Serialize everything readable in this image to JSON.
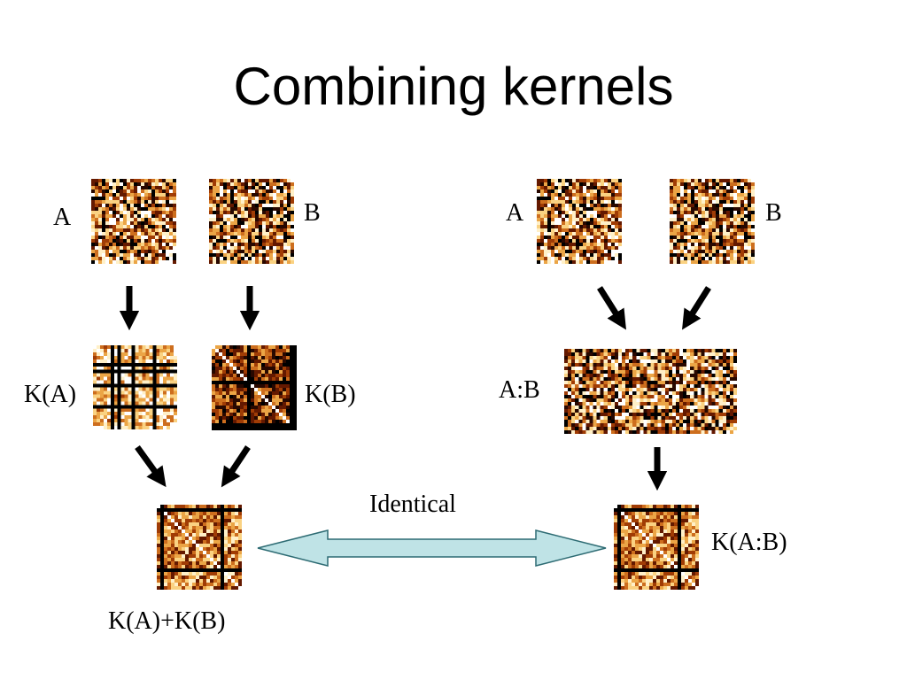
{
  "slide": {
    "title": "Combining kernels",
    "labels": {
      "left_a": "A",
      "left_b": "B",
      "ka": "K(A)",
      "kb": "K(B)",
      "sum": "K(A)+K(B)",
      "right_a": "A",
      "right_b": "B",
      "concat": "A:B",
      "kab": "K(A:B)",
      "identical": "Identical"
    },
    "colors": {
      "matrix_dark": "#4a0a00",
      "matrix_mid": "#c8701a",
      "matrix_light": "#fff4c8",
      "arrow": "#000000",
      "double_arrow_fill": "#bfe3e6",
      "double_arrow_stroke": "#2d6b73"
    }
  }
}
